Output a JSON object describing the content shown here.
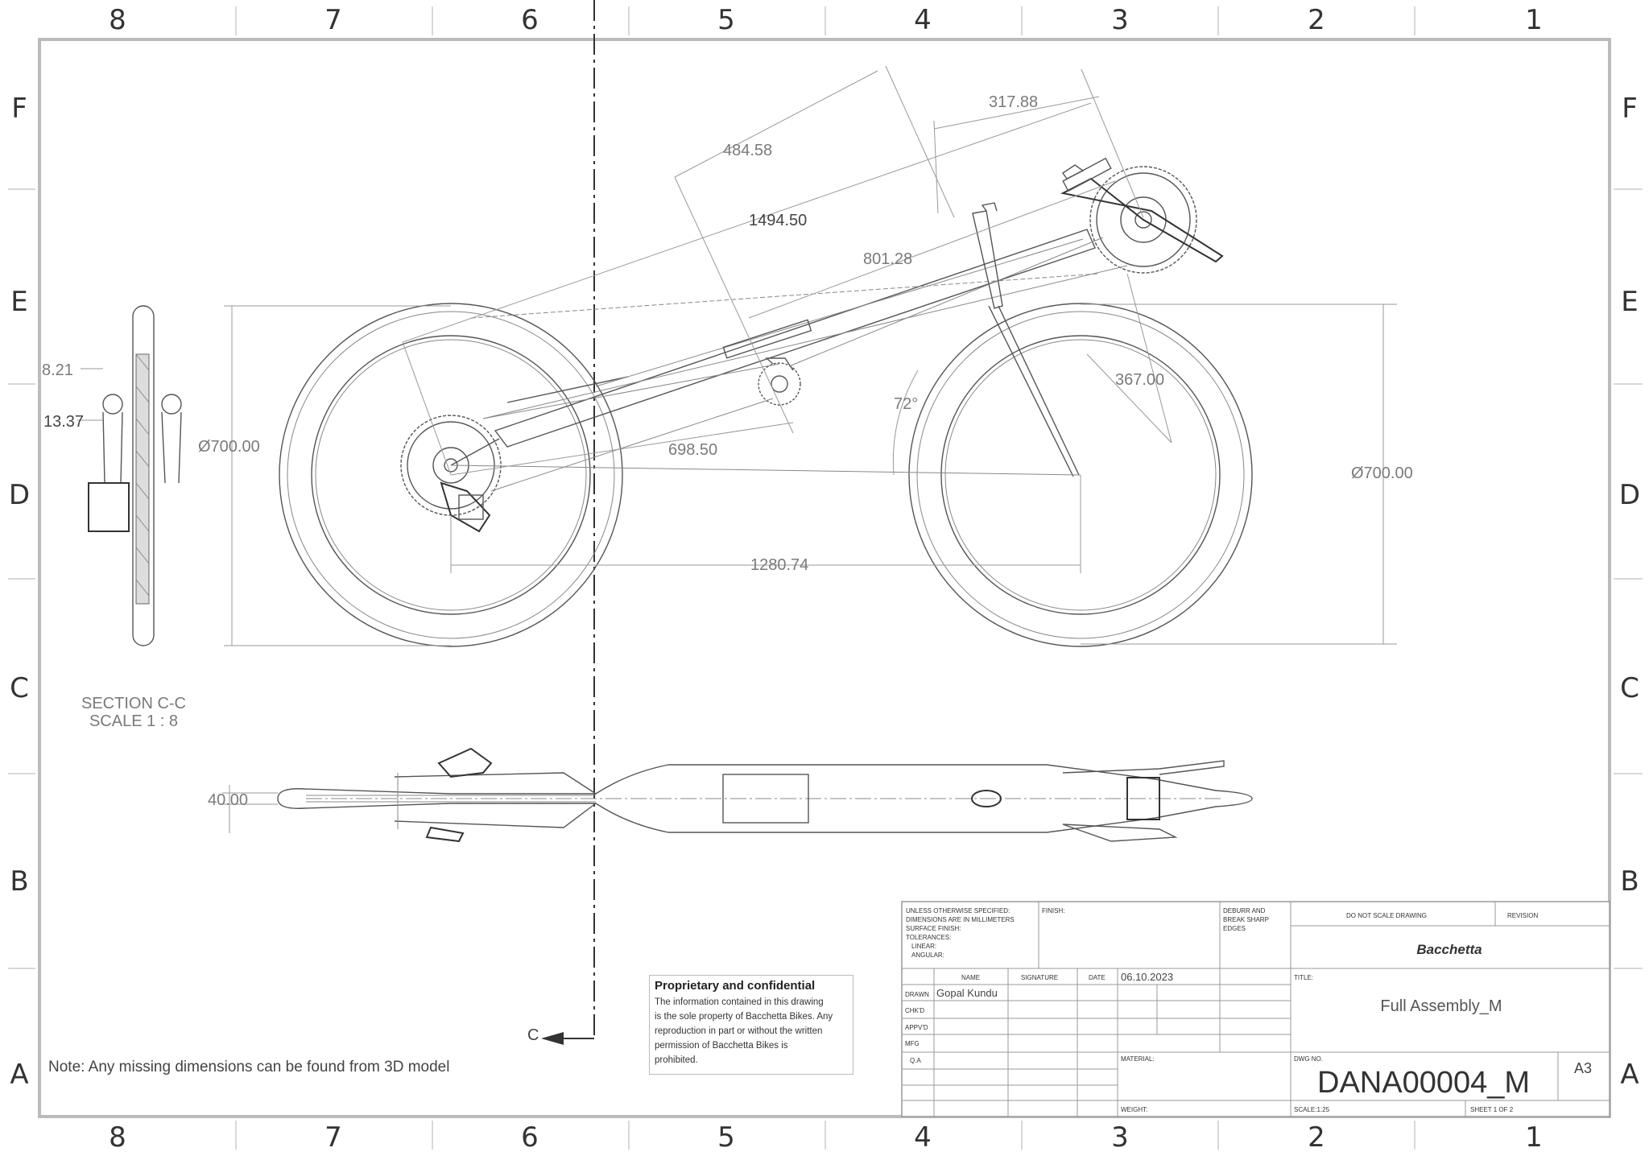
{
  "zones": {
    "columns": [
      "8",
      "7",
      "6",
      "5",
      "4",
      "3",
      "2",
      "1"
    ],
    "rows": [
      "F",
      "E",
      "D",
      "C",
      "B",
      "A"
    ]
  },
  "dimensions": {
    "d_484_58": "484.58",
    "d_317_88": "317.88",
    "d_1494_50": "1494.50",
    "d_801_28": "801.28",
    "d_367_00": "367.00",
    "d_angle_72": "72°",
    "d_698_50": "698.50",
    "d_1280_74": "1280.74",
    "d_rear_wheel": "Ø700.00",
    "d_front_wheel": "Ø700.00",
    "d_8_21": "8.21",
    "d_13_37": "13.37",
    "d_40_00": "40.00"
  },
  "section": {
    "title": "SECTION C-C",
    "scale": "SCALE 1 : 8",
    "cut_label": "C"
  },
  "note": "Note: Any missing dimensions can be found from 3D model",
  "confidential": {
    "heading": "Proprietary and confidential",
    "lines": [
      "The information contained in this drawing",
      "is the sole property of Bacchetta Bikes. Any",
      "reproduction in part or without the written",
      "permission of Bacchetta Bikes is",
      "prohibited."
    ]
  },
  "title_block": {
    "tolerance_lines": [
      "UNLESS OTHERWISE SPECIFIED:",
      "DIMENSIONS ARE IN MILLIMETERS",
      "SURFACE FINISH:",
      "TOLERANCES:",
      "   LINEAR:",
      "   ANGULAR:"
    ],
    "finish_label": "FINISH:",
    "deburr_lines": [
      "DEBURR AND",
      "BREAK SHARP",
      "EDGES"
    ],
    "do_not_scale": "DO NOT SCALE DRAWING",
    "revision_label": "REVISION",
    "company": "Bacchetta",
    "col_name": "NAME",
    "col_signature": "SIGNATURE",
    "col_date": "DATE",
    "date_value": "06.10.2023",
    "rows": [
      "DRAWN",
      "CHK'D",
      "APPV'D",
      "MFG",
      "Q.A"
    ],
    "drawn_by": "Gopal Kundu",
    "title_label": "TITLE:",
    "title_value": "Full Assembly_M",
    "material_label": "MATERIAL:",
    "dwg_no_label": "DWG NO.",
    "dwg_no_value": "DANA00004_M",
    "size": "A3",
    "weight_label": "WEIGHT:",
    "scale_label": "SCALE:1:25",
    "sheet_label": "SHEET 1 OF 2"
  }
}
